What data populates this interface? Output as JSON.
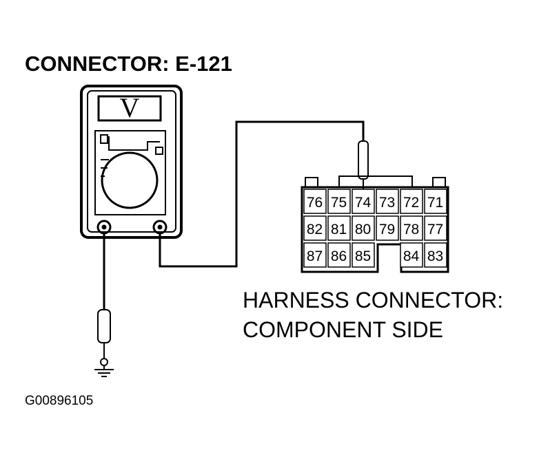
{
  "title": "CONNECTOR: E-121",
  "meter": {
    "display": "V"
  },
  "connector": {
    "caption_line1": "HARNESS CONNECTOR:",
    "caption_line2": "COMPONENT SIDE",
    "rows": [
      [
        "76",
        "75",
        "74",
        "73",
        "72",
        "71"
      ],
      [
        "82",
        "81",
        "80",
        "79",
        "78",
        "77"
      ],
      [
        "87",
        "86",
        "85",
        "",
        "84",
        "83"
      ]
    ],
    "probed_pin": "74"
  },
  "figure_code": "G00896105"
}
